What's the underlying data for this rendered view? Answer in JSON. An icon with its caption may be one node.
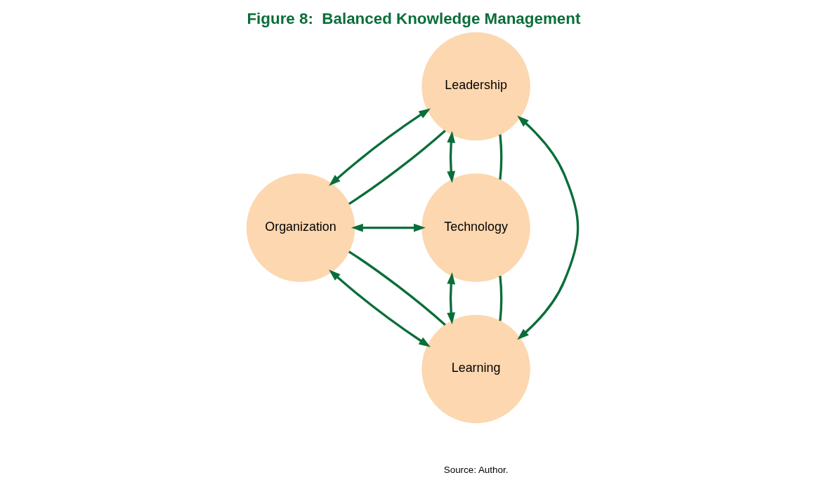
{
  "diagram": {
    "title": "Figure 8:  Balanced Knowledge Management",
    "caption": "Source: Author.",
    "nodes": [
      {
        "text": [
          "Leadership"
        ]
      },
      {
        "text": [
          "Organization"
        ]
      },
      {
        "text": [
          "Technology"
        ]
      },
      {
        "text": [
          "Learning"
        ]
      }
    ],
    "edges": [
      {
        "from": 0,
        "to": 1,
        "arrow": "both"
      },
      {
        "from": 0,
        "to": 2,
        "arrow": "both"
      },
      {
        "from": 1,
        "to": 3,
        "arrow": "both"
      },
      {
        "from": 2,
        "to": 3,
        "arrow": "both"
      },
      {
        "from": 0,
        "to": 1,
        "arrow": "none"
      },
      {
        "from": 0,
        "to": 2,
        "arrow": "none"
      },
      {
        "from": 1,
        "to": 3,
        "arrow": "none"
      },
      {
        "from": 2,
        "to": 3,
        "arrow": "none"
      },
      {
        "from": 0,
        "to": 3,
        "arrow": "both"
      },
      {
        "from": 1,
        "to": 2,
        "arrow": "both"
      }
    ]
  }
}
